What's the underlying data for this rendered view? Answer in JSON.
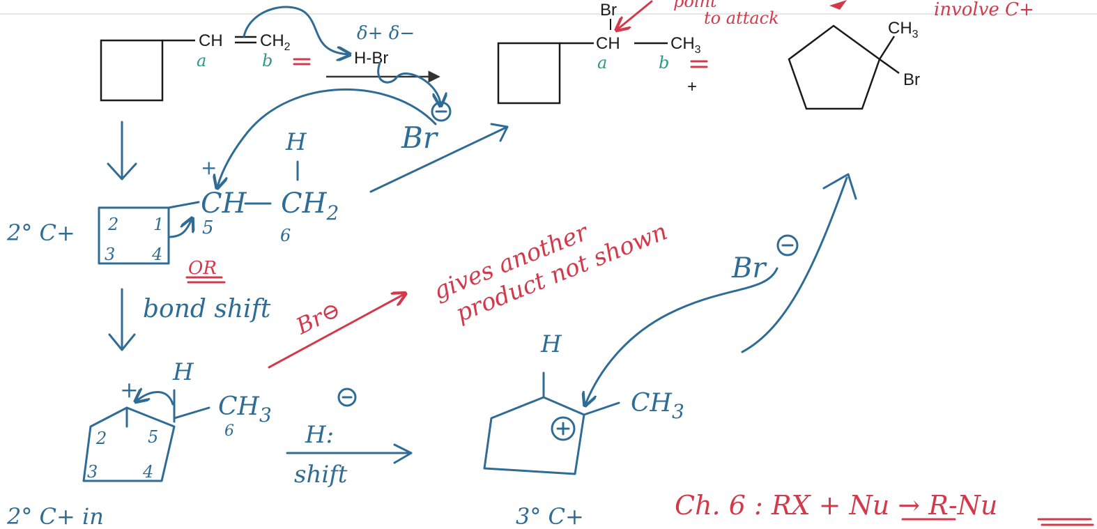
{
  "reactant": {
    "ch": "CH",
    "ch2": "CH",
    "ch2_sub": "2",
    "label_a": "a",
    "label_b": "b",
    "reagent_delta": "δ+ δ−",
    "reagent": "H-Br"
  },
  "product_top": {
    "br": "Br",
    "ch": "CH",
    "ch3": "CH",
    "ch3_sub": "3",
    "label_a": "a",
    "label_b": "b",
    "plus": "+"
  },
  "product_right": {
    "ch3": "CH",
    "ch3_sub": "3",
    "br": "Br"
  },
  "annotations": {
    "point_attack": "point",
    "to_attack": "to attack",
    "involve": "involve C+",
    "br_minus_top": "Br",
    "h_top": "H",
    "ch_plus": "CH",
    "ch2_mid": "CH",
    "ch2_mid_sub": "2",
    "num6_mid": "6",
    "secondary_cation": "2° C+",
    "ring_nums_top": [
      "2",
      "1",
      "3",
      "4"
    ],
    "num5_top": "5",
    "or_label": "OR",
    "bond_shift": "bond shift",
    "br_minus_red": "Br⊖",
    "gives_another": "gives another",
    "product_not_shown": "product not shown",
    "br_minus_right": "Br",
    "h_bottom_left": "H",
    "ch3_bottom_left": "CH",
    "ch3_bottom_left_sub": "3",
    "num6_bottom": "6",
    "ring_nums_bottom": [
      "2",
      "5",
      "3",
      "4"
    ],
    "h_colon": "H:",
    "shift": "shift",
    "secondary_cation_in": "2° C+ in",
    "h_bottom_mid": "H",
    "ch3_bottom_mid": "CH",
    "ch3_bottom_mid_sub": "3",
    "tertiary_cation": "3° C+",
    "chapter_note": "Ch. 6 : RX + Nu → R-Nu"
  }
}
